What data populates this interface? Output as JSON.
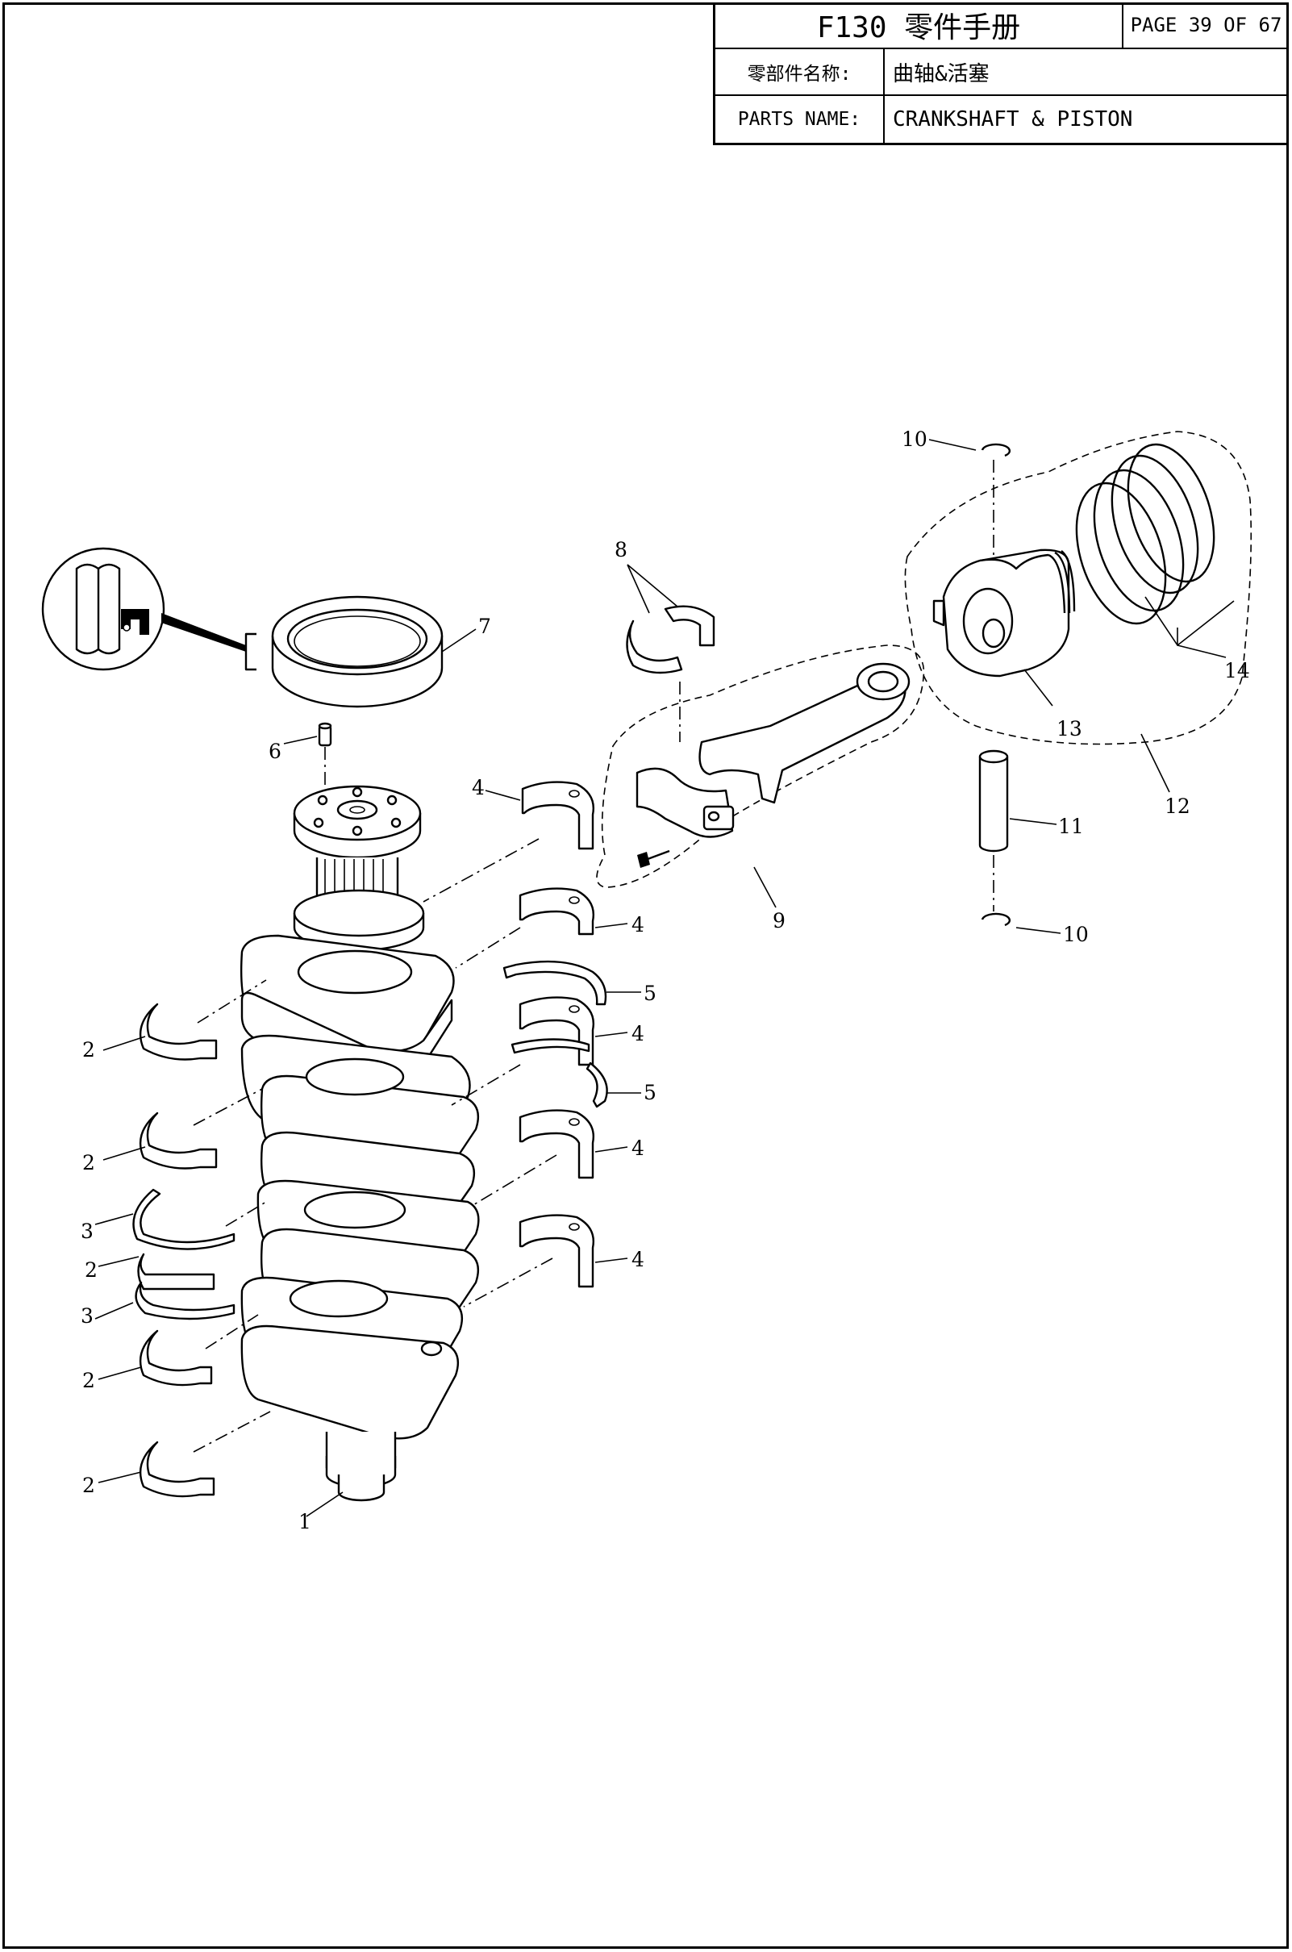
{
  "header": {
    "doc_title": "F130 零件手册",
    "page_info": "PAGE 39 OF 67",
    "cn_label": "零部件名称:",
    "cn_value": "曲轴&活塞",
    "en_label": "PARTS NAME:",
    "en_value": "CRANKSHAFT & PISTON"
  },
  "callouts": {
    "c1": "1",
    "c2a": "2",
    "c2b": "2",
    "c2c": "2",
    "c2d": "2",
    "c2e": "2",
    "c3a": "3",
    "c3b": "3",
    "c4a": "4",
    "c4b": "4",
    "c4c": "4",
    "c4d": "4",
    "c4e": "4",
    "c5a": "5",
    "c5b": "5",
    "c6": "6",
    "c7": "7",
    "c8": "8",
    "c9": "9",
    "c10a": "10",
    "c10b": "10",
    "c11": "11",
    "c12": "12",
    "c13": "13",
    "c14": "14"
  }
}
